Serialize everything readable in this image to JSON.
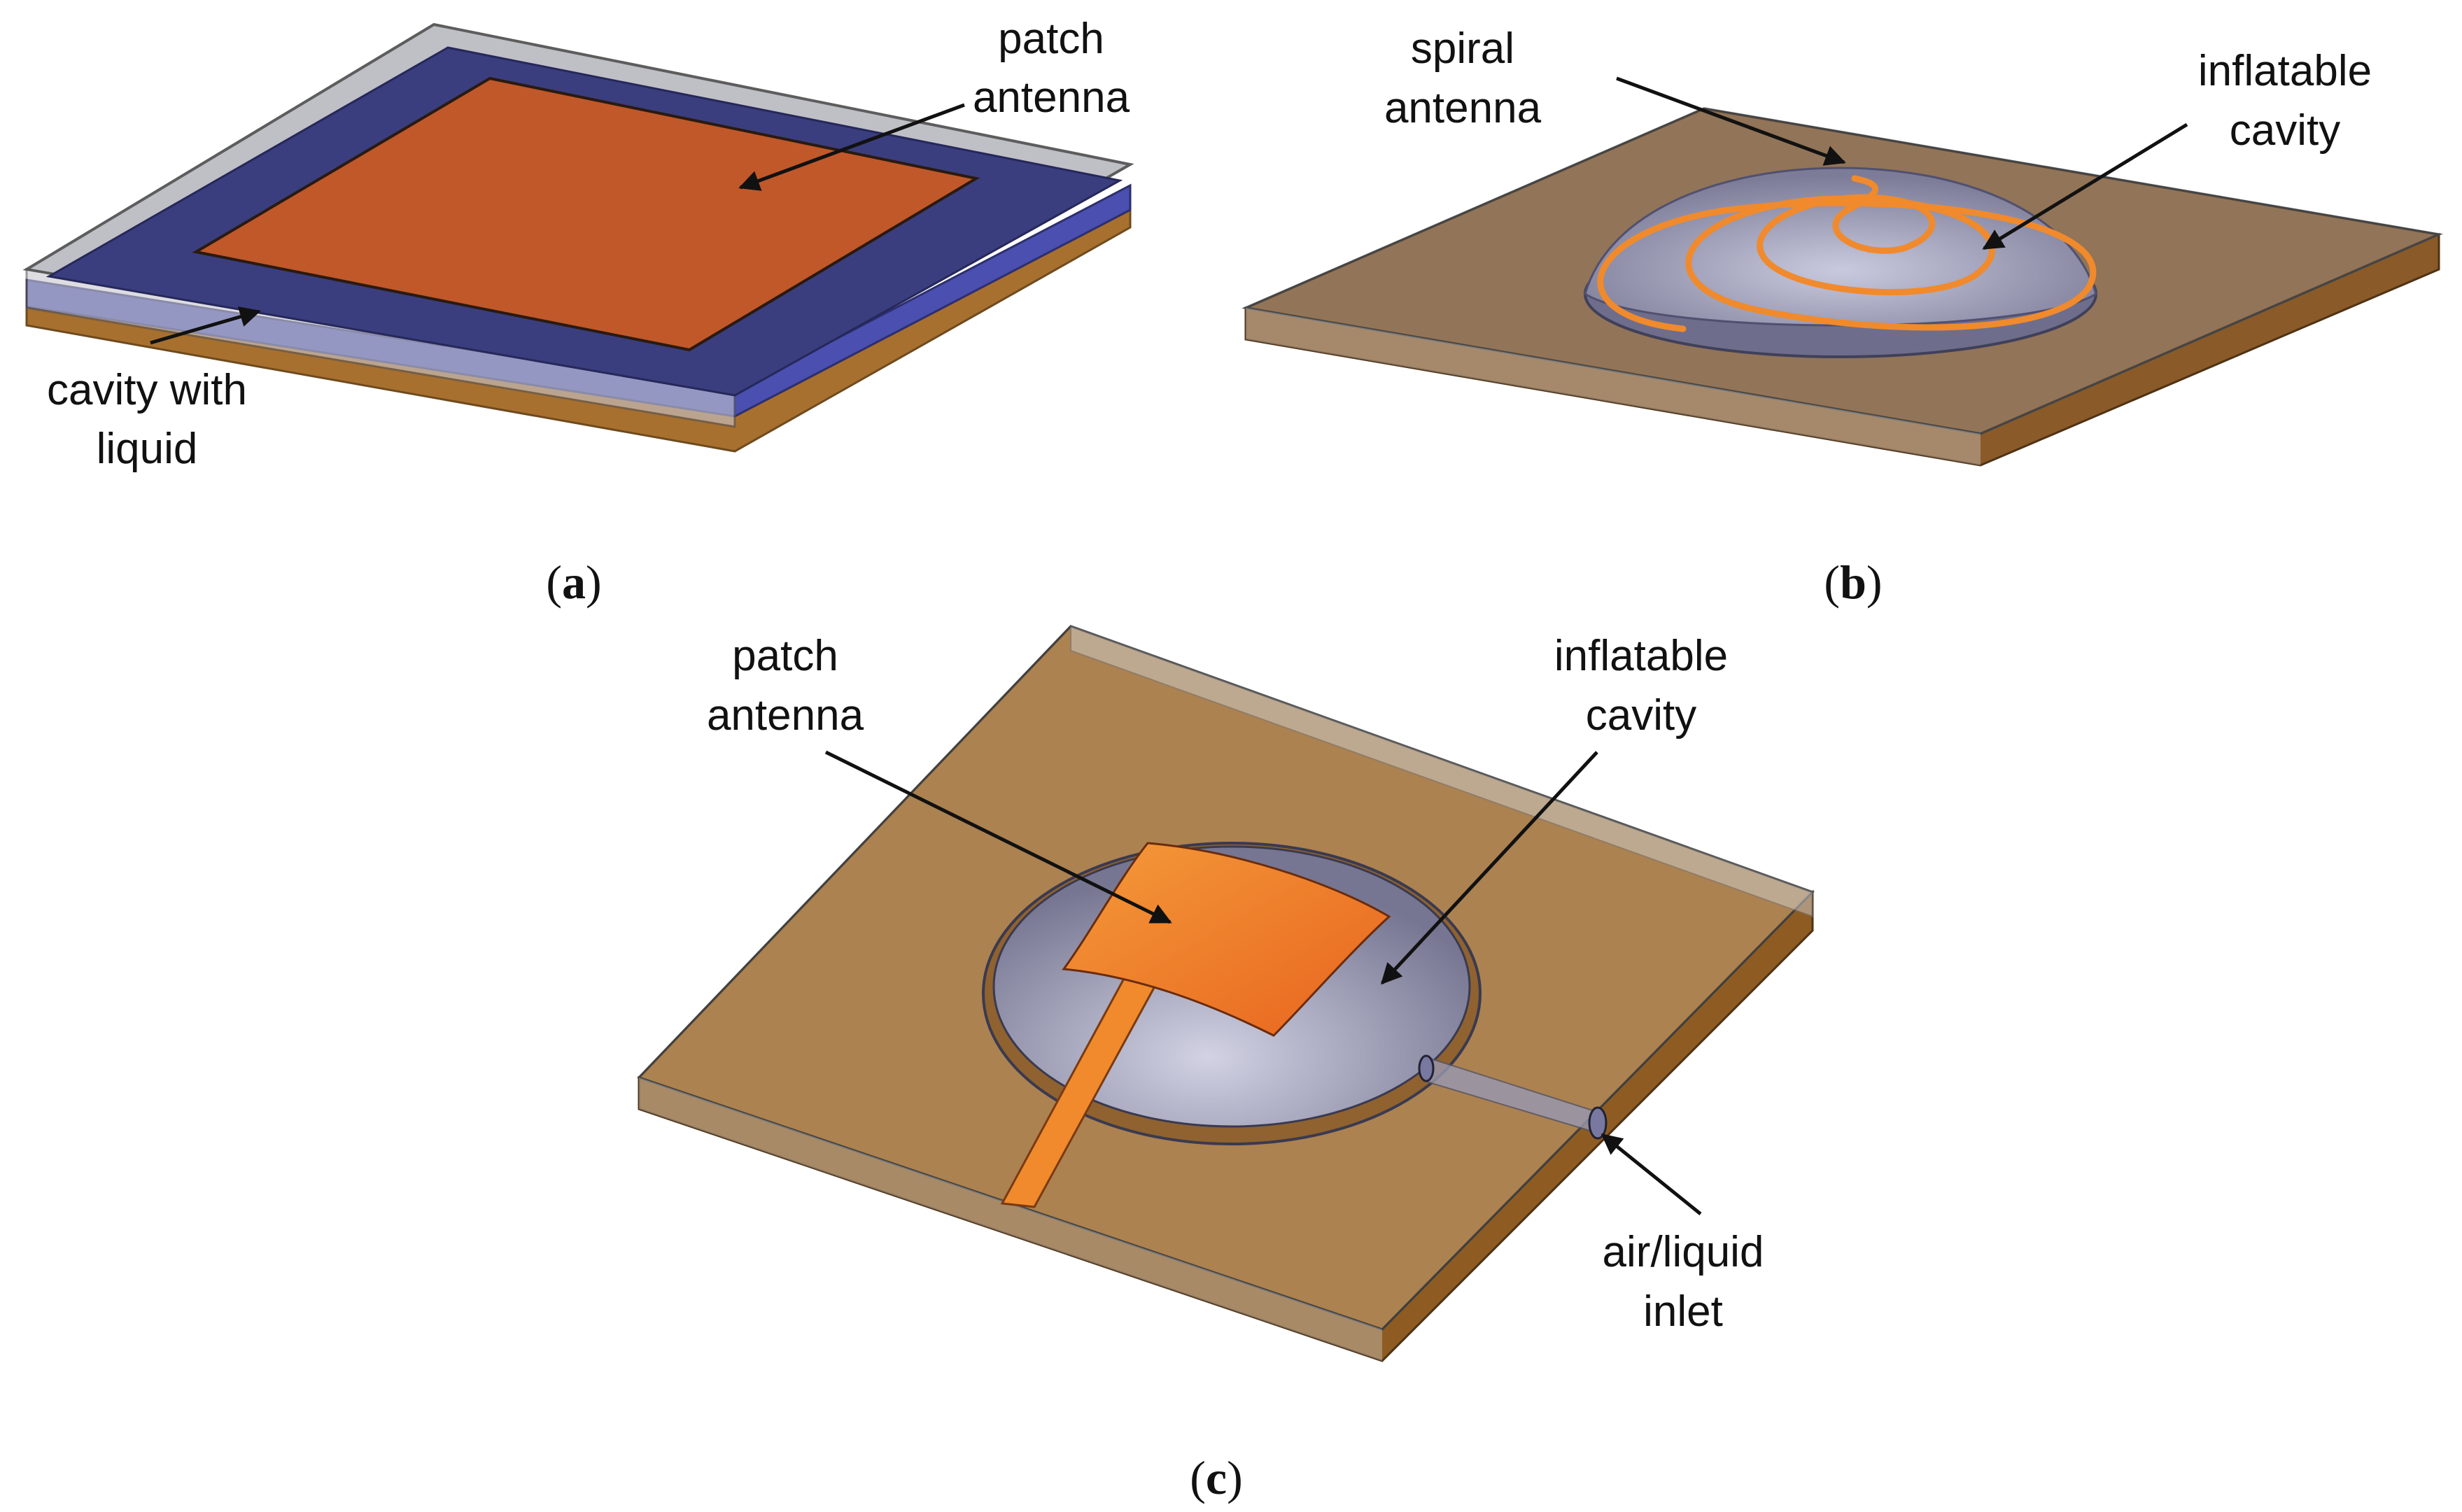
{
  "panels": [
    {
      "id": "a",
      "caption_open": "(",
      "caption_letter": "a",
      "caption_close": ")",
      "labels": {
        "patch_line1": "patch",
        "patch_line2": "antenna",
        "cavity_line1": "cavity with",
        "cavity_line2": "liquid"
      }
    },
    {
      "id": "b",
      "caption_open": "(",
      "caption_letter": "b",
      "caption_close": ")",
      "labels": {
        "spiral_line1": "spiral",
        "spiral_line2": "antenna",
        "inflatable_line1": "inflatable",
        "inflatable_line2": "cavity"
      }
    },
    {
      "id": "c",
      "caption_open": "(",
      "caption_letter": "c",
      "caption_close": ")",
      "labels": {
        "patch_line1": "patch",
        "patch_line2": "antenna",
        "inflatable_line1": "inflatable",
        "inflatable_line2": "cavity",
        "inlet_line1": "air/liquid",
        "inlet_line2": "inlet"
      }
    }
  ],
  "colors": {
    "substrate_brown": "#a8702e",
    "patch_orange": "#c0582a",
    "cavity_blue": "#3a3e7e",
    "cavity_gray": "#8a8aa6",
    "spiral_orange": "#f08a2c",
    "glass_gray": "#bdbdbd"
  }
}
